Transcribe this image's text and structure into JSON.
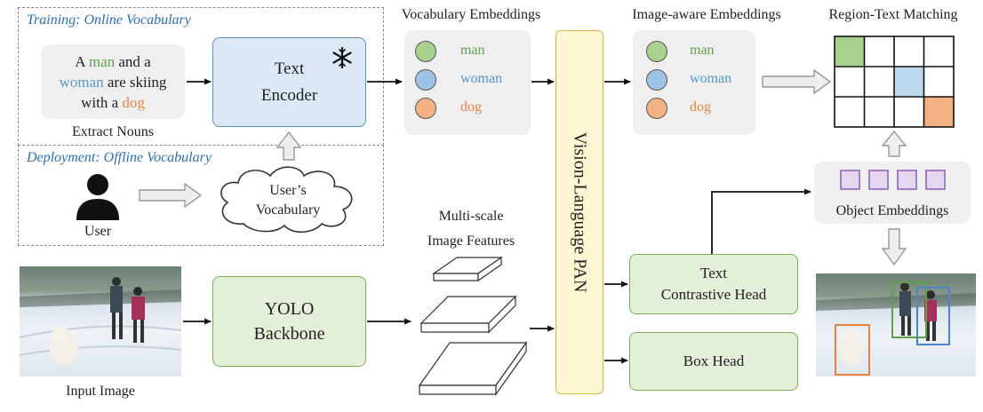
{
  "training": {
    "title": "Training: Online Vocabulary",
    "caption_parts": [
      "A ",
      "man",
      " and a",
      "woman",
      " are skiing",
      "with a ",
      "dog"
    ],
    "extract_label": "Extract Nouns"
  },
  "deployment": {
    "title": "Deployment: Offline Vocabulary",
    "user_label": "User",
    "cloud_line1": "User’s",
    "cloud_line2": "Vocabulary"
  },
  "text_encoder": {
    "line1": "Text",
    "line2": "Encoder"
  },
  "vocab_embeddings": {
    "title": "Vocabulary Embeddings",
    "items": [
      "man",
      "woman",
      "dog"
    ]
  },
  "image_aware": {
    "title": "Image-aware Embeddings",
    "items": [
      "man",
      "woman",
      "dog"
    ]
  },
  "region_text": {
    "title": "Region-Text Matching"
  },
  "object_embeddings": {
    "label": "Object Embeddings"
  },
  "pan": {
    "label": "Vision-Language PAN"
  },
  "features": {
    "line1": "Multi-scale",
    "line2": "Image Features"
  },
  "backbone": {
    "line1": "YOLO",
    "line2": "Backbone"
  },
  "input_image": {
    "label": "Input Image"
  },
  "contrastive_head": {
    "line1": "Text",
    "line2": "Contrastive Head"
  },
  "box_head": {
    "label": "Box Head"
  },
  "colors": {
    "green": "#5fa04e",
    "blue": "#5b93c9",
    "orange": "#e8843f",
    "pan_fill": "#fdf6d3",
    "pan_stroke": "#d8b64a"
  }
}
